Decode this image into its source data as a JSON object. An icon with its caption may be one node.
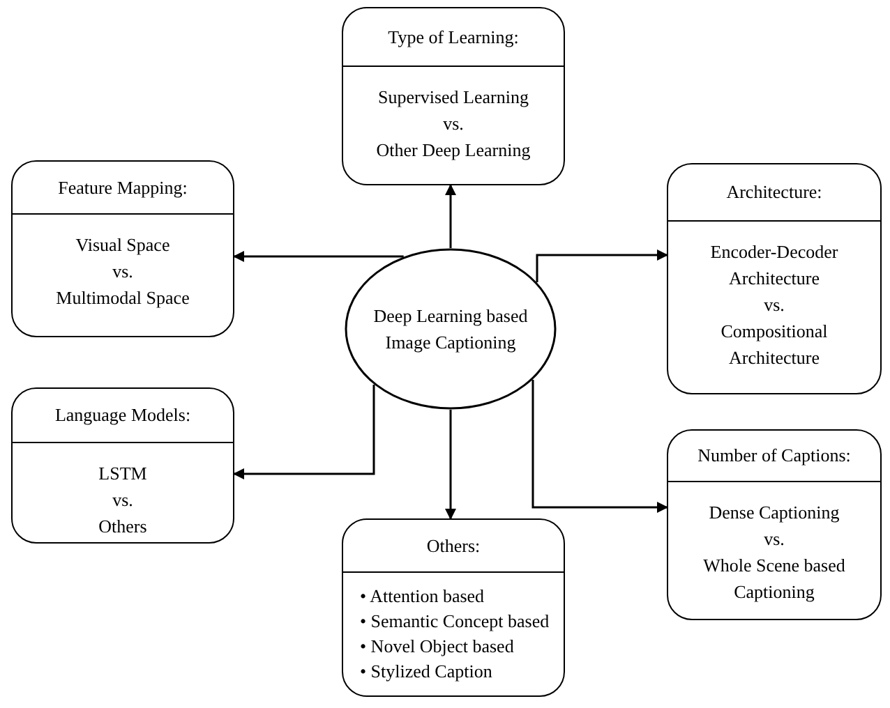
{
  "diagram": {
    "nodes": [
      {
        "text": [
          "Type of Learning:",
          "Supervised Learning",
          "vs.",
          "Other Deep Learning"
        ]
      },
      {
        "text": [
          "Feature Mapping:",
          "Visual Space",
          "vs.",
          "Multimodal Space"
        ]
      },
      {
        "text": [
          "Architecture:",
          "Encoder-Decoder Architecture",
          "vs.",
          "Compositional Architecture"
        ]
      },
      {
        "text": [
          "Deep Learning based Image Captioning"
        ]
      },
      {
        "text": [
          "Language Models:",
          "LSTM",
          "vs.",
          "Others"
        ]
      },
      {
        "text": [
          "Number of Captions:",
          "Dense Captioning",
          "vs.",
          "Whole Scene based Captioning"
        ]
      },
      {
        "text": [
          "Others:",
          "• Attention based",
          "• Semantic Concept based",
          "• Novel Object based",
          "• Stylized Caption"
        ]
      }
    ],
    "edges": [
      {
        "from": 3,
        "to": 0,
        "arrow": "to"
      },
      {
        "from": 3,
        "to": 1,
        "arrow": "to"
      },
      {
        "from": 3,
        "to": 2,
        "arrow": "to"
      },
      {
        "from": 3,
        "to": 4,
        "arrow": "to"
      },
      {
        "from": 3,
        "to": 5,
        "arrow": "to"
      },
      {
        "from": 3,
        "to": 6,
        "arrow": "to"
      }
    ]
  }
}
